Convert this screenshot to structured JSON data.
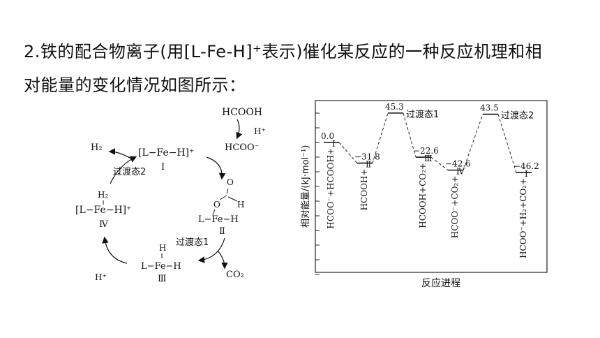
{
  "question": {
    "line1": "2.铁的配合物离子(用[L-Fe-H]⁺表示)催化某反应的一种反应机理和相",
    "line2": "对能量的变化情况如图所示："
  },
  "cycle": {
    "hcooh": "HCOOH",
    "h_plus_top": "H⁺",
    "hcoo_minus": "HCOO⁻",
    "h2": "H₂",
    "ts2": "过渡态2",
    "complex_I": "[L−Fe−H]⁺",
    "label_I": "Ⅰ",
    "complex_IV": "[L−Fe−H]⁺",
    "h2_on_fe": "H₂",
    "label_IV": "Ⅳ",
    "o_atom": "O",
    "h_formyl": "H",
    "o_bridge": "O",
    "complex_II": "L−Fe−H",
    "label_II": "Ⅱ",
    "ts1": "过渡态1",
    "h_on_fe": "H",
    "complex_III": "L−Fe−H",
    "label_III": "Ⅲ",
    "co2": "CO₂",
    "h_plus_bottom": "H⁺"
  },
  "chart_data": {
    "type": "line",
    "ylabel": "相对能量/(kJ·mol⁻¹)",
    "xlabel": "反应进程",
    "levels": [
      {
        "value": 0.0,
        "label": "0.0",
        "species": "HCOO⁻+HCOOH+",
        "roman": "Ⅰ"
      },
      {
        "value": -31.8,
        "label": "−31.8",
        "species": "HCOOH+",
        "roman": "Ⅱ"
      },
      {
        "value": 45.3,
        "label": "45.3",
        "name": "过渡态1"
      },
      {
        "value": -22.6,
        "label": "−22.6",
        "species": "HCOOH+CO₂+",
        "roman": "Ⅲ"
      },
      {
        "value": -42.6,
        "label": "−42.6",
        "species": "HCOO⁻+CO₂+",
        "roman": "Ⅳ"
      },
      {
        "value": 43.5,
        "label": "43.5",
        "name": "过渡态2"
      },
      {
        "value": -46.2,
        "label": "−46.2",
        "species": "HCOO⁻+H₂+CO₂+",
        "roman": "Ⅰ"
      }
    ]
  }
}
